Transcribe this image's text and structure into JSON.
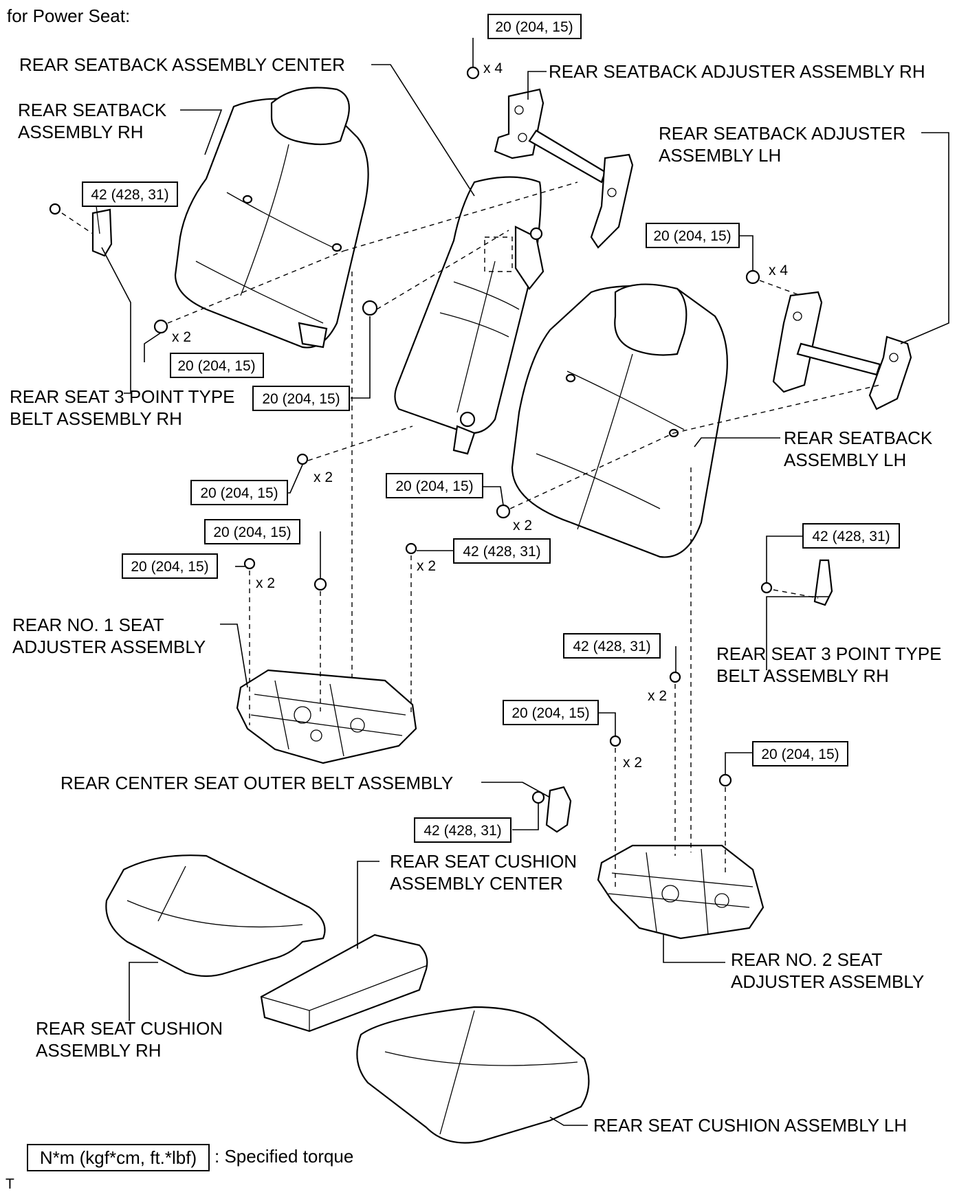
{
  "header": {
    "title": "for Power Seat:"
  },
  "labels": {
    "seatback_center": "REAR SEATBACK ASSEMBLY CENTER",
    "seatback_rh_1": "REAR SEATBACK",
    "seatback_rh_2": "ASSEMBLY RH",
    "adjuster_rh": "REAR SEATBACK ADJUSTER ASSEMBLY RH",
    "adjuster_lh_1": "REAR SEATBACK ADJUSTER",
    "adjuster_lh_2": "ASSEMBLY LH",
    "belt_rh_1": "REAR SEAT 3 POINT TYPE",
    "belt_rh_2": "BELT ASSEMBLY RH",
    "seatback_lh_1": "REAR SEATBACK",
    "seatback_lh_2": "ASSEMBLY LH",
    "no1_adjuster_1": "REAR NO. 1 SEAT",
    "no1_adjuster_2": "ADJUSTER ASSEMBLY",
    "belt_rh2_1": "REAR SEAT 3 POINT TYPE",
    "belt_rh2_2": "BELT ASSEMBLY RH",
    "center_outer_belt": "REAR CENTER SEAT OUTER BELT ASSEMBLY",
    "cushion_center_1": "REAR SEAT CUSHION",
    "cushion_center_2": "ASSEMBLY CENTER",
    "no2_adjuster_1": "REAR NO. 2 SEAT",
    "no2_adjuster_2": "ADJUSTER ASSEMBLY",
    "cushion_rh_1": "REAR SEAT CUSHION",
    "cushion_rh_2": "ASSEMBLY RH",
    "cushion_lh": "REAR SEAT CUSHION ASSEMBLY LH"
  },
  "torques": {
    "t_top": "20 (204, 15)",
    "t_belt_rh": "42 (428, 31)",
    "t_adj_lh": "20 (204, 15)",
    "t_rh_lower": "20 (204, 15)",
    "t_mid": "20 (204, 15)",
    "t_center_bolt": "20 (204, 15)",
    "t_center_nut": "20 (204, 15)",
    "t_no1_a": "20 (204, 15)",
    "t_no1_b": "20 (204, 15)",
    "t_no1_c": "42 (428, 31)",
    "t_belt_rh2": "42 (428, 31)",
    "t_no2_a": "42 (428, 31)",
    "t_no2_b": "20 (204, 15)",
    "t_no2_c": "20 (204, 15)",
    "t_outer_belt": "42 (428, 31)"
  },
  "quantities": {
    "q_top": "x 4",
    "q_adj_lh": "x 4",
    "q_rh": "x 2",
    "q_center_bolt": "x 2",
    "q_center_nut": "x 2",
    "q_no1_a": "x 2",
    "q_no1_c": "x 2",
    "q_no2_a": "x 2",
    "q_no2_b": "x 2"
  },
  "legend": {
    "box_text": "N*m (kgf*cm, ft.*lbf)",
    "desc": ": Specified torque"
  },
  "footer": {
    "code": "T"
  }
}
